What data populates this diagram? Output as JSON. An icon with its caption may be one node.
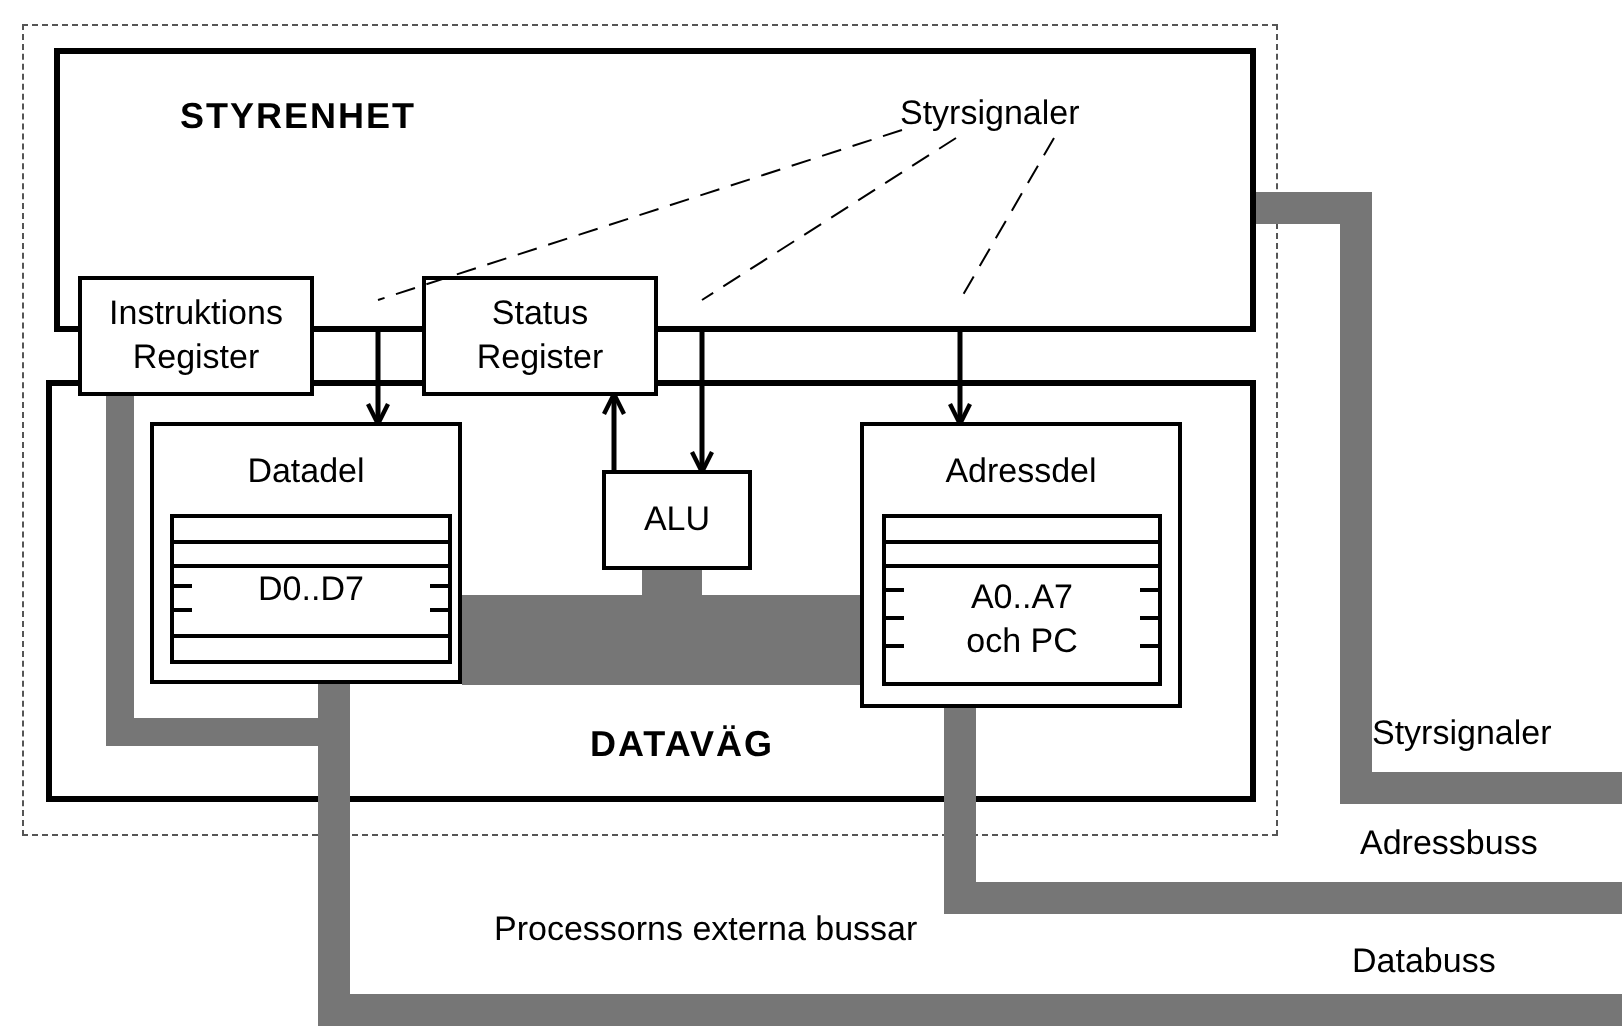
{
  "diagram": {
    "nodes": [
      {
        "text": [],
        "shape": "box"
      },
      {
        "text": [
          "STYRENHET"
        ],
        "in": 0
      },
      {
        "text": [
          "DATAVÄG"
        ],
        "in": 0
      },
      {
        "text": [
          "Instruktions Register"
        ],
        "in": 0
      },
      {
        "text": [
          "Status Register"
        ],
        "in": 0
      },
      {
        "text": [
          "Datadel"
        ],
        "in": 2
      },
      {
        "text": [
          "D0..D7"
        ],
        "in": 5
      },
      {
        "text": [
          "ALU"
        ],
        "in": 2
      },
      {
        "text": [
          "Adressdel"
        ],
        "in": 2
      },
      {
        "text": [
          "A0..A7 och PC"
        ],
        "in": 8
      },
      {
        "text": [
          "Styrsignaler"
        ],
        "in": 1
      }
    ],
    "edges": [
      {
        "from": 1,
        "to": 5,
        "arrow": "to"
      },
      {
        "from": 1,
        "to": 7,
        "arrow": "to"
      },
      {
        "from": 1,
        "to": 8,
        "arrow": "to"
      },
      {
        "from": 7,
        "to": 4,
        "arrow": "to"
      },
      {
        "from": 10,
        "to": null,
        "arrow": "none",
        "style": "dashed"
      },
      {
        "from": 10,
        "to": null,
        "arrow": "none",
        "style": "dashed"
      },
      {
        "from": 10,
        "to": null,
        "arrow": "none",
        "style": "dashed"
      },
      {
        "from": 3,
        "to": 5,
        "arrow": "none",
        "style": "thick",
        "color": "#767676"
      },
      {
        "from": 5,
        "to": 8,
        "arrow": "none",
        "style": "thick",
        "color": "#767676"
      },
      {
        "from": 7,
        "to": 5,
        "arrow": "none",
        "style": "thick",
        "color": "#767676"
      },
      {
        "from": 1,
        "to": null,
        "arrow": "none",
        "style": "thick",
        "color": "#767676",
        "label": "Styrsignaler"
      },
      {
        "from": 8,
        "to": null,
        "arrow": "none",
        "style": "thick",
        "color": "#767676",
        "label": "Adressbuss"
      },
      {
        "from": 5,
        "to": null,
        "arrow": "none",
        "style": "thick",
        "color": "#767676",
        "label": "Databuss"
      }
    ],
    "labels": [
      "Processorns externa bussar"
    ]
  }
}
